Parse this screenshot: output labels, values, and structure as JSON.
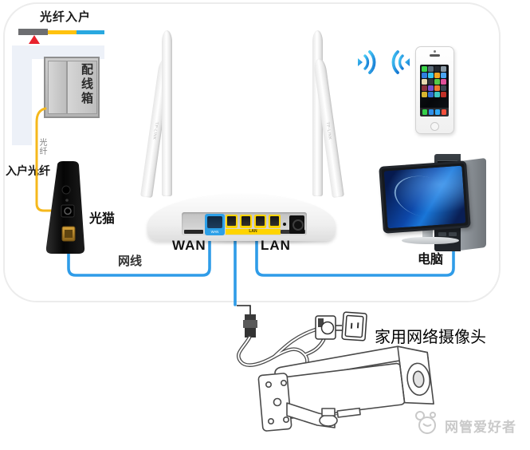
{
  "colors": {
    "bar_gray": "#6d6e71",
    "bar_yellow": "#ffc20e",
    "bar_blue": "#29a8e0",
    "marker_red": "#e8222d",
    "cable_yellow": "#f5b81c",
    "cable_blue": "#2f9ce8",
    "wan_blue": "#2da0e8",
    "lan_yellow": "#ffd400",
    "wifi_light": "#45c8f5",
    "wifi_dark": "#1577d2",
    "watermark_gray": "#c9c9c9"
  },
  "fiber_section": {
    "title": "光纤入户",
    "box_label": "配线箱",
    "fiber_label": "光纤",
    "entry_label": "入户光纤"
  },
  "modem": {
    "label": "光猫"
  },
  "router": {
    "brand": "TP-LINK",
    "wan_label": "WAN",
    "lan_label": "LAN",
    "wan_port_text": "WAN",
    "lan_port_text": "LAN"
  },
  "connections": {
    "cable_label": "网线"
  },
  "computer": {
    "label": "电脑"
  },
  "camera": {
    "label": "家用网络摄像头"
  },
  "watermark": {
    "text": "网管爱好者"
  },
  "phone": {
    "app_colors": [
      "#3bd54a",
      "#5a6b7a",
      "#23282e",
      "#8a99a5",
      "#2f7fe0",
      "#35c5f0",
      "#f5a623",
      "#4aa3f0",
      "#e8d9b0",
      "#30343c",
      "#56c948",
      "#e04f9a",
      "#8a2f3c",
      "#7a4fd0",
      "#f07830",
      "#3c4450",
      "#d8b430",
      "#2f6fd0",
      "#40c8c0",
      "#c03028"
    ],
    "dock_colors": [
      "#35d04a",
      "#2f8fe8",
      "#2fa8f5",
      "#f5503c"
    ]
  }
}
